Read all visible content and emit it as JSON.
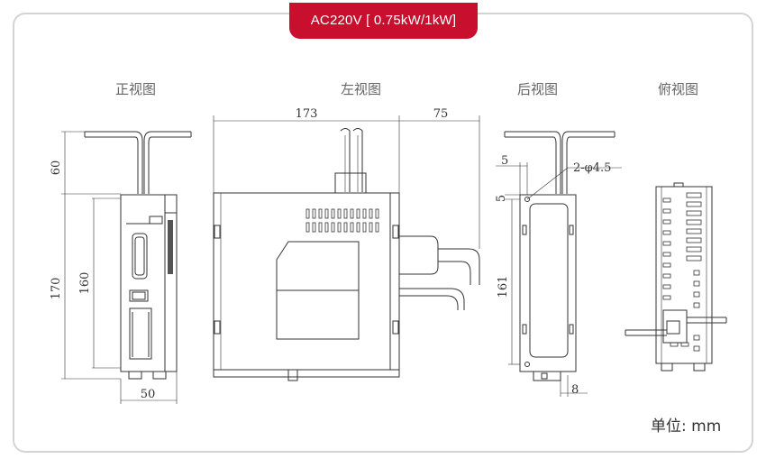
{
  "header": {
    "label": "AC220V [ 0.75kW/1kW]"
  },
  "views": {
    "front": "正视图",
    "left": "左视图",
    "back": "后视图",
    "top": "俯视图"
  },
  "dimensions": {
    "front_60": "60",
    "front_170": "170",
    "front_160": "160",
    "front_50": "50",
    "left_173": "173",
    "left_75": "75",
    "back_5a": "5",
    "back_5b": "5",
    "back_hole": "2-φ4.5",
    "back_161": "161",
    "back_8": "8"
  },
  "unit": "单位:  mm",
  "colors": {
    "accent": "#c8102e",
    "line": "#333333",
    "frame": "#d4d4d4"
  }
}
